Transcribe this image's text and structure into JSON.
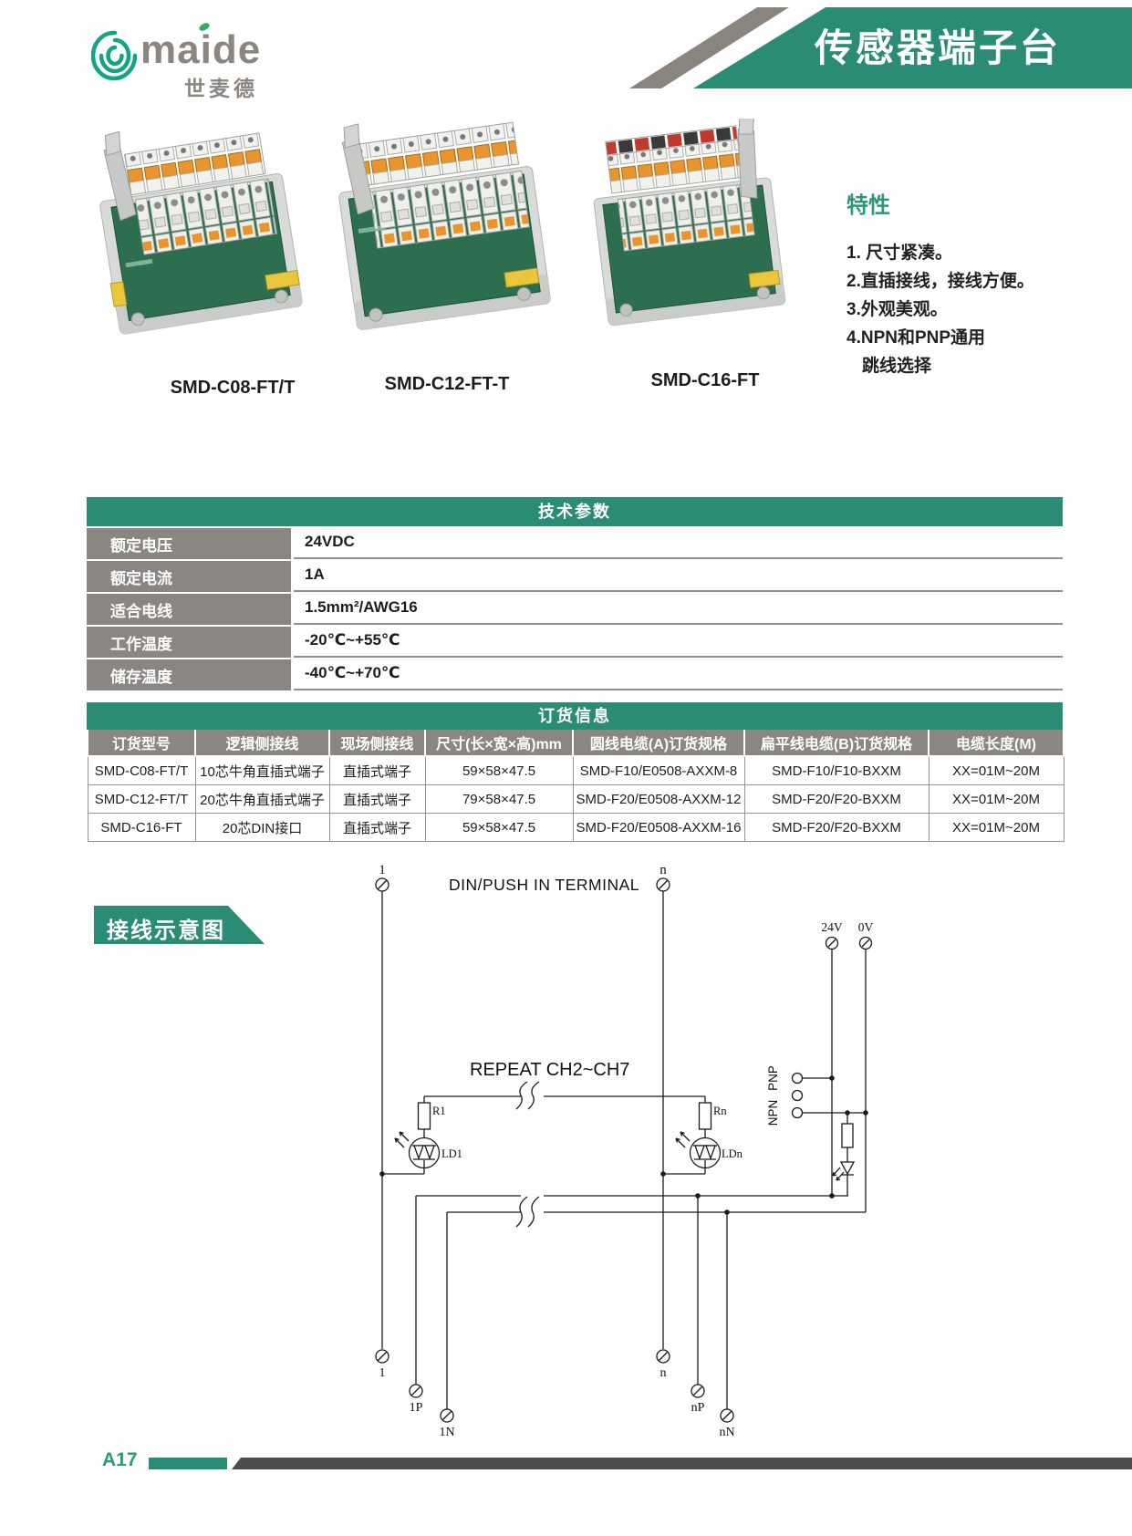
{
  "header": {
    "logo_text": "maide",
    "logo_subtitle": "世麦德",
    "banner_title": "传感器端子台"
  },
  "products": [
    {
      "label": "SMD-C08-FT/T"
    },
    {
      "label": "SMD-C12-FT-T"
    },
    {
      "label": "SMD-C16-FT"
    }
  ],
  "features": {
    "title": "特性",
    "items": [
      "1. 尺寸紧凑。",
      "2.直插接线，接线方便。",
      "3.外观美观。",
      "4.NPN和PNP通用",
      "跳线选择"
    ]
  },
  "tech_table": {
    "title": "技术参数",
    "rows": [
      {
        "label": "额定电压",
        "value": "24VDC"
      },
      {
        "label": "额定电流",
        "value": "1A"
      },
      {
        "label": "适合电线",
        "value": "1.5mm²/AWG16"
      },
      {
        "label": "工作温度",
        "value": "-20℃~+55℃"
      },
      {
        "label": "储存温度",
        "value": "-40℃~+70℃"
      }
    ]
  },
  "order_table": {
    "title": "订货信息",
    "columns": [
      "订货型号",
      "逻辑侧接线",
      "现场侧接线",
      "尺寸(长×宽×高)mm",
      "圆线电缆(A)订货规格",
      "扁平线电缆(B)订货规格",
      "电缆长度(M)"
    ],
    "rows": [
      [
        "SMD-C08-FT/T",
        "10芯牛角直插式端子",
        "直插式端子",
        "59×58×47.5",
        "SMD-F10/E0508-AXXM-8",
        "SMD-F10/F10-BXXM",
        "XX=01M~20M"
      ],
      [
        "SMD-C12-FT/T",
        "20芯牛角直插式端子",
        "直插式端子",
        "79×58×47.5",
        "SMD-F20/E0508-AXXM-12",
        "SMD-F20/F20-BXXM",
        "XX=01M~20M"
      ],
      [
        "SMD-C16-FT",
        "20芯DIN接口",
        "直插式端子",
        "59×58×47.5",
        "SMD-F20/E0508-AXXM-16",
        "SMD-F20/F20-BXXM",
        "XX=01M~20M"
      ]
    ]
  },
  "diagram": {
    "section_title": "接线示意图",
    "title": "DIN/PUSH IN TERMINAL",
    "repeat_label": "REPEAT CH2~CH7",
    "labels": {
      "ch1_top": "1",
      "chn_top": "n",
      "v24": "24V",
      "v0": "0V",
      "pnp": "PNP",
      "npn": "NPN",
      "r1": "R1",
      "rn": "Rn",
      "ld1": "LD1",
      "ldn": "LDn",
      "ch1_bottom": "1",
      "ch1_p": "1P",
      "ch1_n": "1N",
      "chn_bottom": "n",
      "chn_p": "nP",
      "chn_n": "nN"
    }
  },
  "footer": {
    "page_number": "A17"
  },
  "colors": {
    "brand_green": "#2a8c74",
    "logo_teal": "#13a484",
    "label_gray": "#8a8682",
    "stripe_gray": "#8a847e",
    "footer_bar_dark": "#4c4c4e",
    "pcb_green": "#2c6e4e",
    "terminal_orange": "#e8952d",
    "clip_yellow": "#e9c63b"
  }
}
